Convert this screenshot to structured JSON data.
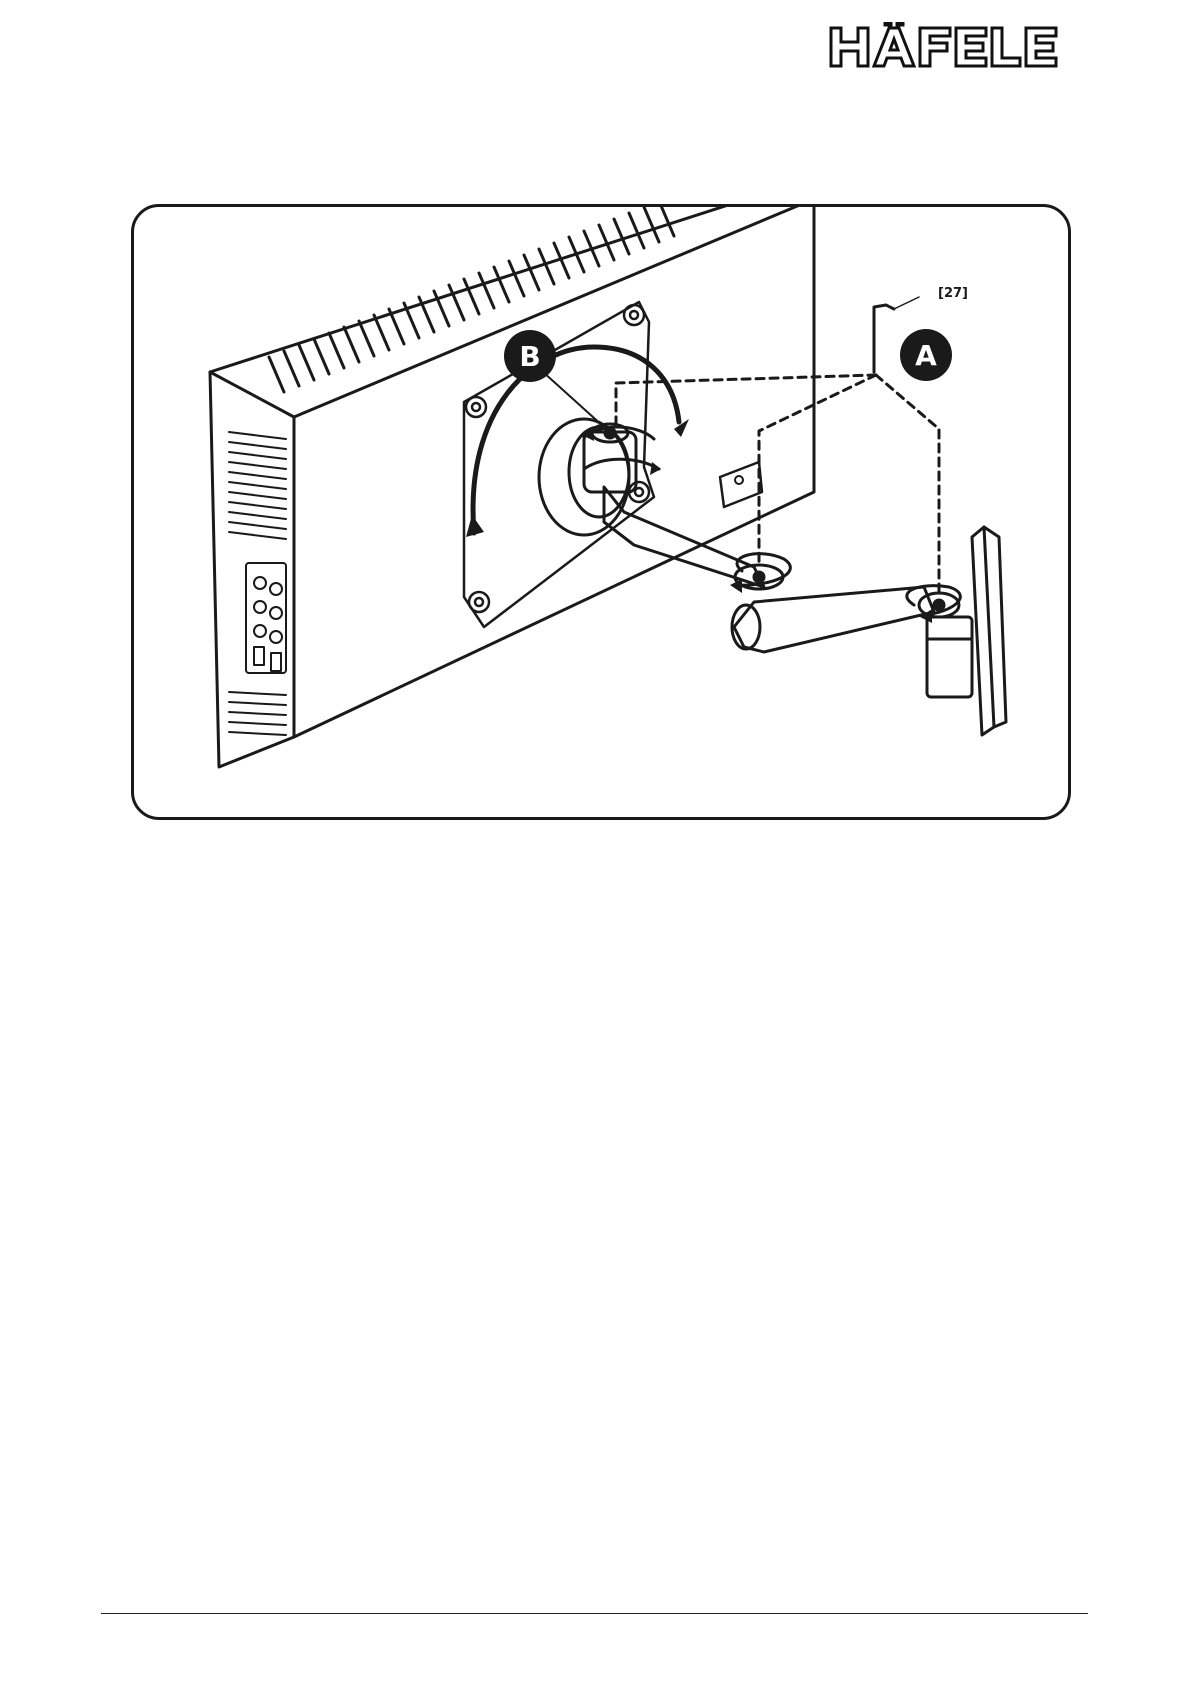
{
  "header": {
    "brand_logo_text": "HÄFELE"
  },
  "figure": {
    "callout_a": "A",
    "callout_b": "B",
    "part_reference": "[27]"
  },
  "colors": {
    "ink": "#1a1a1a",
    "callout_fill": "#1a1a1a",
    "callout_text": "#ffffff",
    "paper": "#ffffff"
  }
}
